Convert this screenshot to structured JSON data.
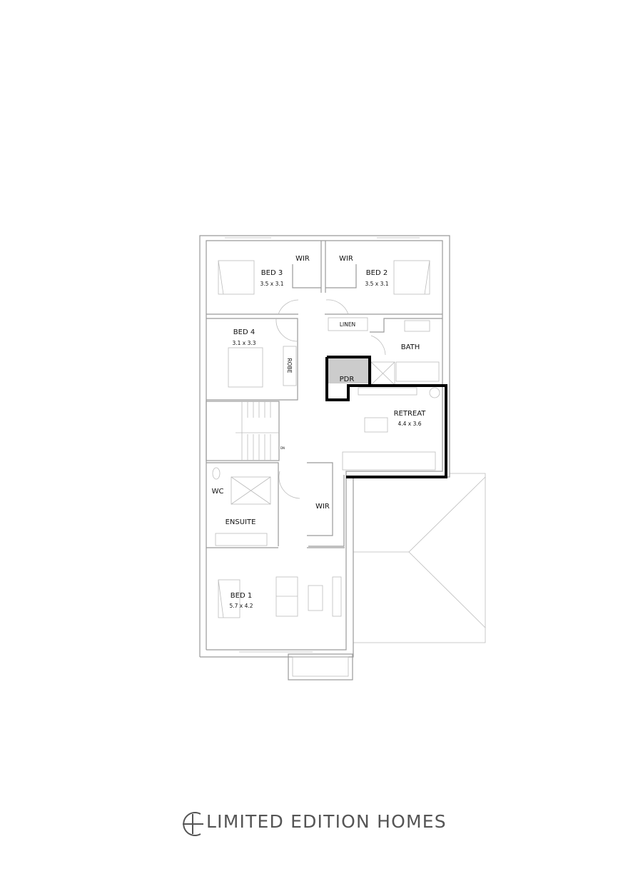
{
  "plan": {
    "rooms": [
      {
        "name": "WIR"
      },
      {
        "name": "WIR"
      },
      {
        "name": "BED 3",
        "size": "3.5 x 3.1"
      },
      {
        "name": "BED 2",
        "size": "3.5 x 3.1"
      },
      {
        "name": "BED 4",
        "size": "3.1 x 3.3"
      },
      {
        "name": "LINEN"
      },
      {
        "name": "BATH"
      },
      {
        "name": "ROBE"
      },
      {
        "name": "PDR"
      },
      {
        "name": "RETREAT",
        "size": "4.4 x 3.6"
      },
      {
        "name": "DN"
      },
      {
        "name": "WC"
      },
      {
        "name": "WIR"
      },
      {
        "name": "ENSUITE"
      },
      {
        "name": "BED 1",
        "size": "5.7 x 4.2"
      }
    ],
    "highlight_color": "#000000",
    "pdr_fill": "#cccccc"
  },
  "logo": {
    "text": "LIMITED EDITION HOMES",
    "icon": "circle-plus-icon",
    "color": "#555555"
  }
}
